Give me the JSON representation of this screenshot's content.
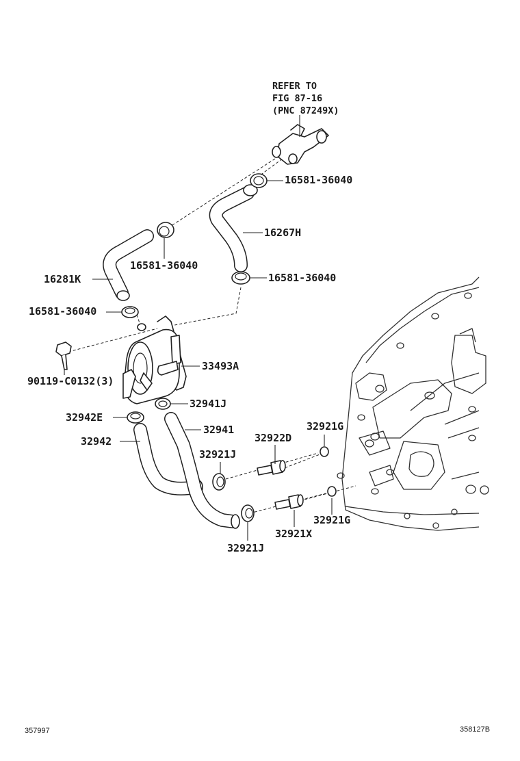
{
  "reference": {
    "line1": "REFER TO",
    "line2": "FIG 87-16",
    "line3": "(PNC 87249X)"
  },
  "labels": {
    "clip_top_right": "16581-36040",
    "hose_16267h": "16267H",
    "clip_mid_right": "16581-36040",
    "clip_mid_left": "16581-36040",
    "hose_16281k": "16281K",
    "clip_left": "16581-36040",
    "bolt": "90119-C0132(3)",
    "cooler": "33493A",
    "clip_32941j": "32941J",
    "clip_32942e": "32942E",
    "hose_32941": "32941",
    "hose_32942": "32942",
    "fitting_32922d": "32922D",
    "oring_upper": "32921G",
    "clip_32921j_upper": "32921J",
    "fitting_32921x": "32921X",
    "oring_lower": "32921G",
    "clip_32921j_lower": "32921J"
  },
  "footer": {
    "left_code": "357997",
    "right_code": "358127B"
  }
}
